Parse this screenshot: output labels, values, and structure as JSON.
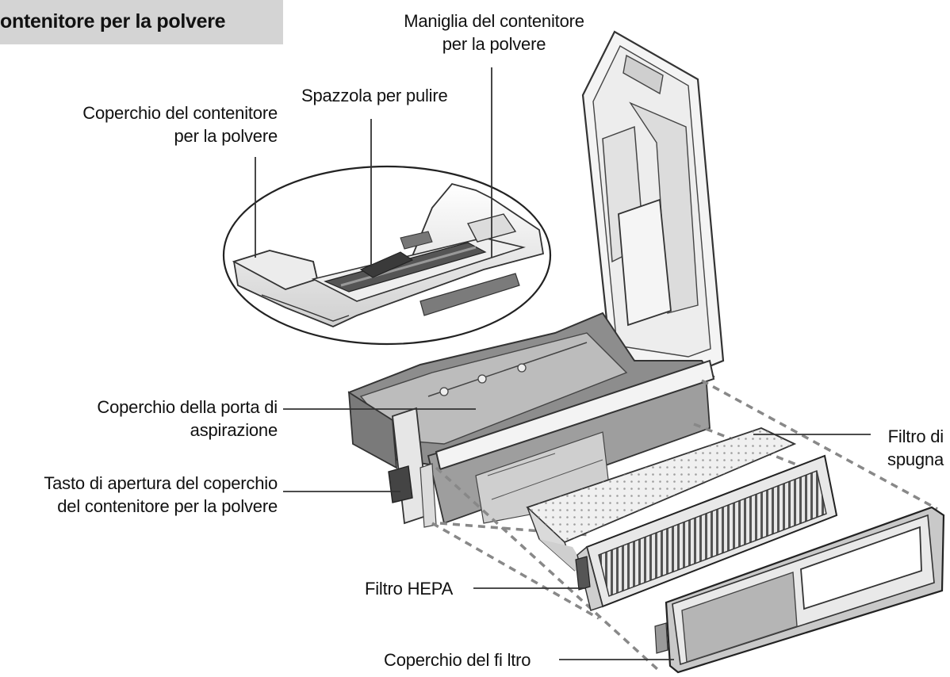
{
  "title": "ontenitore per la polvere",
  "labels": {
    "dust_bin_handle": [
      "Maniglia del contenitore",
      "per la polvere"
    ],
    "cleaning_brush": "Spazzola per pulire",
    "dust_bin_cover": [
      "Coperchio del contenitore",
      "per la polvere"
    ],
    "suction_port_cover": [
      "Coperchio della porta di",
      "aspirazione"
    ],
    "cover_open_button": [
      "Tasto di apertura del coperchio",
      "del contenitore per la polvere"
    ],
    "sponge_filter": [
      "Filtro di",
      "spugna"
    ],
    "hepa_filter": "Filtro HEPA",
    "filter_cover": "Coperchio del fi ltro"
  },
  "colors": {
    "line": "#333333",
    "part_fill": "#f2f2f2",
    "part_dark": "#9a9a9a",
    "title_bg": "#d4d4d4"
  }
}
